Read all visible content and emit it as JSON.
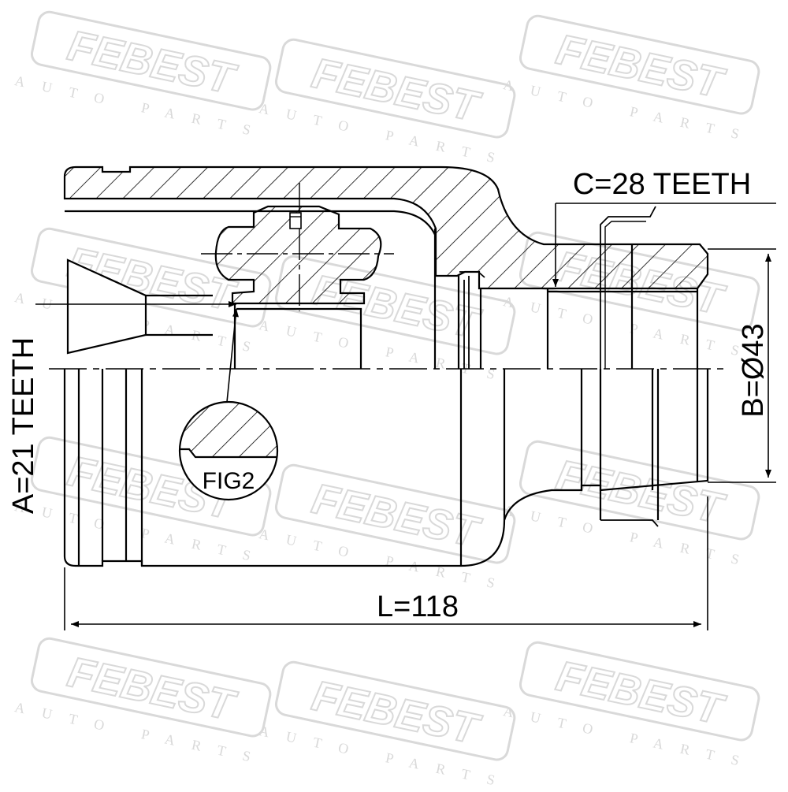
{
  "watermark": {
    "brand": "FEBEST",
    "tagline": "AUTO PARTS",
    "color": "#d9d9d9"
  },
  "labels": {
    "teeth_a": "A=21 TEETH",
    "diameter_b": "B=Ø43",
    "teeth_c": "C=28 TEETH",
    "length_l": "L=118",
    "fig": "FIG2"
  },
  "colors": {
    "line": "#000000",
    "background": "#ffffff"
  }
}
